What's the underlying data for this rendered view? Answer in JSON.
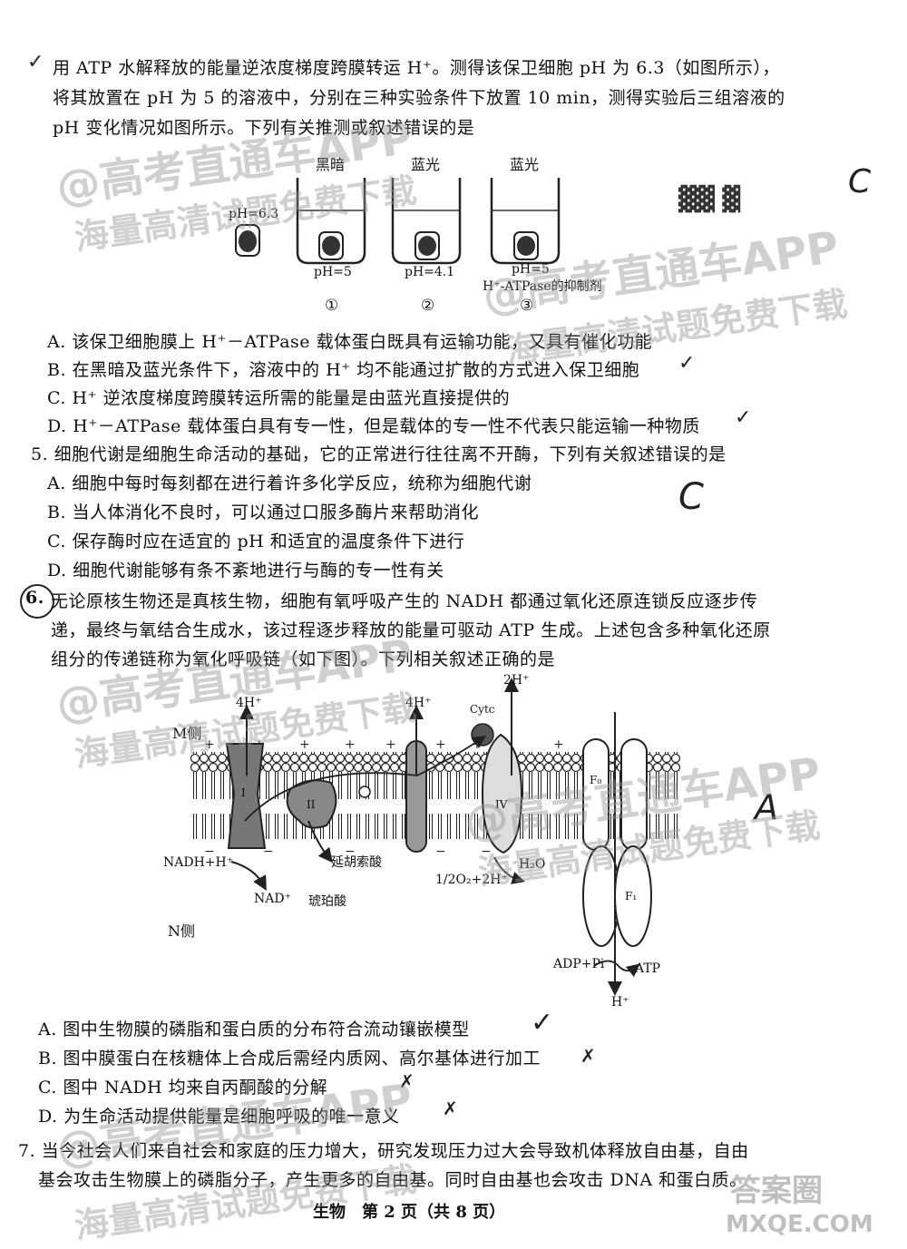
{
  "q4": {
    "lines": [
      "用 ATP 水解释放的能量逆浓度梯度跨膜转运 H⁺。测得该保卫细胞 pH 为 6.3（如图所示），",
      "将其放置在 pH 为 5 的溶液中，分别在三种实验条件下放置 10 min，测得实验后三组溶液的",
      "pH 变化情况如图所示。下列有关推测或叙述错误的是"
    ],
    "figure": {
      "cell_label": "pH=6.3",
      "beakers": [
        {
          "top": "黑暗",
          "bottom": "pH=5",
          "num": "①"
        },
        {
          "top": "蓝光",
          "bottom": "pH=4.1",
          "num": "②"
        },
        {
          "top": "蓝光",
          "bottom": "pH=5",
          "extra": "H⁺-ATPase的抑制剂",
          "num": "③"
        }
      ]
    },
    "options": [
      "A. 该保卫细胞膜上 H⁺－ATPase 载体蛋白既具有运输功能，又具有催化功能",
      "B. 在黑暗及蓝光条件下，溶液中的 H⁺ 均不能通过扩散的方式进入保卫细胞",
      "C. H⁺ 逆浓度梯度跨膜转运所需的能量是由蓝光直接提供的",
      "D. H⁺－ATPase 载体蛋白具有专一性，但是载体的专一性不代表只能运输一种物质"
    ]
  },
  "q5": {
    "stem": "5. 细胞代谢是细胞生命活动的基础，它的正常进行往往离不开酶，下列有关叙述错误的是",
    "options": [
      "A. 细胞中每时每刻都在进行着许多化学反应，统称为细胞代谢",
      "B. 当人体消化不良时，可以通过口服多酶片来帮助消化",
      "C. 保存酶时应在适宜的 pH 和适宜的温度条件下进行",
      "D. 细胞代谢能够有条不紊地进行与酶的专一性有关"
    ]
  },
  "q6": {
    "number": "6.",
    "lines": [
      "无论原核生物还是真核生物，细胞有氧呼吸产生的 NADH 都通过氧化还原连锁反应逐步传",
      "递，最终与氧结合生成水，该过程逐步释放的能量可驱动 ATP 生成。上述包含多种氧化还原",
      "组分的传递链称为氧化呼吸链（如下图）。下列相关叙述正确的是"
    ],
    "figure": {
      "m_side": "M侧",
      "n_side": "N侧",
      "h4_a": "4H⁺",
      "h4_b": "4H⁺",
      "h2": "2H⁺",
      "cytc": "Cytc",
      "nadh": "NADH+H⁺",
      "nad": "NAD⁺",
      "fumarate": "延胡索酸",
      "succinate": "琥珀酸",
      "oxygen": "1/2O₂+2H⁺",
      "water": "H₂O",
      "adp": "ADP+Pi",
      "atp": "ATP",
      "h_out": "H⁺",
      "c1": "I",
      "c2": "II",
      "c4": "IV",
      "f0": "F₀",
      "f1": "F₁"
    },
    "options": [
      "A. 图中生物膜的磷脂和蛋白质的分布符合流动镶嵌模型",
      "B. 图中膜蛋白在核糖体上合成后需经内质网、高尔基体进行加工",
      "C. 图中 NADH 均来自丙酮酸的分解",
      "D. 为生命活动提供能量是细胞呼吸的唯一意义"
    ]
  },
  "q7": {
    "lines": [
      "7. 当今社会人们来自社会和家庭的压力增大，研究发现压力过大会导致机体释放自由基，自由",
      "基会攻击生物膜上的磷脂分子，产生更多的自由基。同时自由基也会攻击 DNA 和蛋白质。"
    ]
  },
  "footer": "生物　第 2 页（共 8 页）",
  "watermarks": {
    "brand": "@高考直通车APP",
    "slogan": "海量高清试题免费下载",
    "corner_logo": "答案圈",
    "corner_url": "MXQE.COM"
  },
  "handwriting": {
    "answer_c1": "C",
    "answer_c2": "C",
    "answer_a": "A"
  }
}
